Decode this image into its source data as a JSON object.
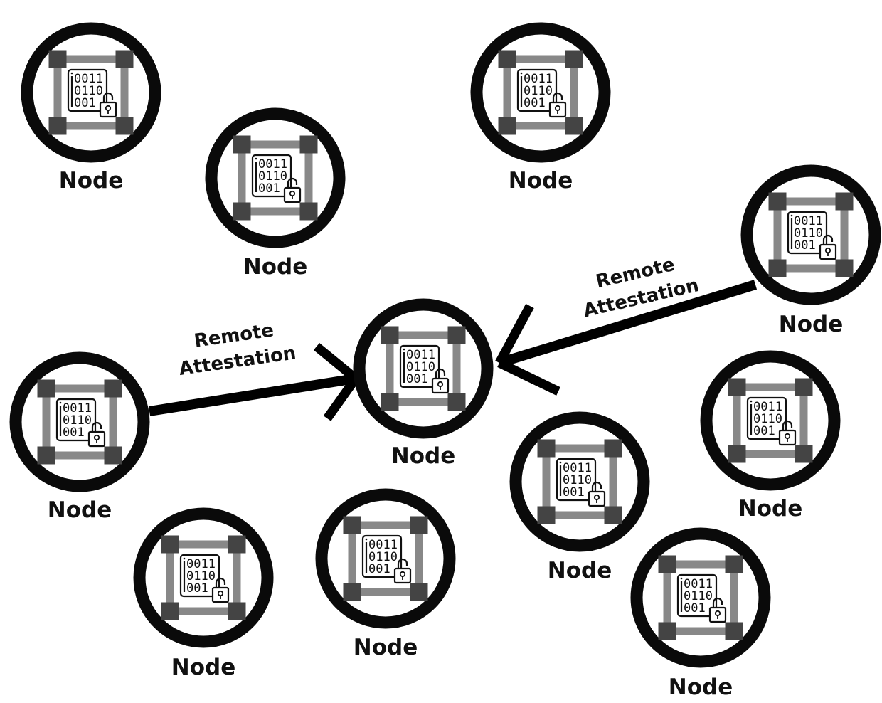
{
  "diagram": {
    "type": "network",
    "colors": {
      "ring": "#0a0a0a",
      "corner": "#444444",
      "bar": "#888888",
      "background": "#ffffff"
    },
    "node_icon": {
      "name": "encrypted-data-icon",
      "bits": [
        "0011",
        "0110",
        "001"
      ],
      "lock": "unlocked-padlock"
    },
    "nodes": [
      {
        "id": "n1",
        "label": "Node"
      },
      {
        "id": "n2",
        "label": "Node"
      },
      {
        "id": "n3",
        "label": "Node"
      },
      {
        "id": "n4",
        "label": "Node"
      },
      {
        "id": "n5",
        "label": "Node"
      },
      {
        "id": "n6",
        "label": "Node"
      },
      {
        "id": "n7",
        "label": "Node"
      },
      {
        "id": "n8",
        "label": "Node"
      },
      {
        "id": "n9",
        "label": "Node"
      },
      {
        "id": "n10",
        "label": "Node"
      },
      {
        "id": "n11",
        "label": "Node"
      }
    ],
    "edges": [
      {
        "from": "n6",
        "to": "n5",
        "label_lines": [
          "Remote",
          "Attestation"
        ]
      },
      {
        "from": "n4",
        "to": "n5",
        "label_lines": [
          "Remote",
          "Attestation"
        ]
      }
    ]
  }
}
